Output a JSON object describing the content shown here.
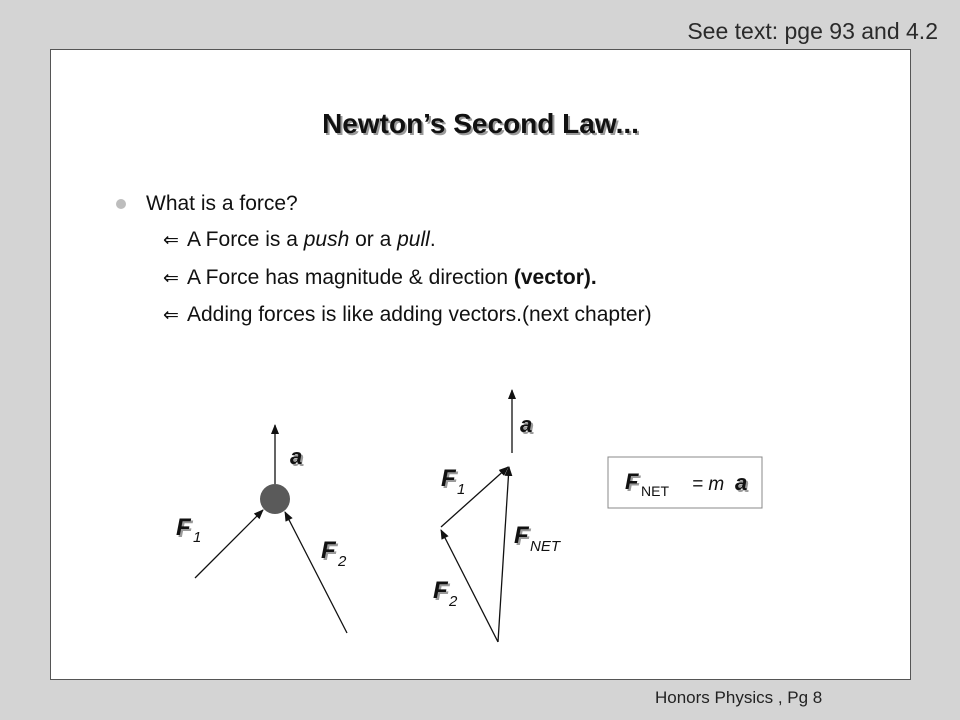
{
  "header_note": "See text:  pge 93 and 4.2",
  "slide": {
    "title": "Newton’s Second Law...",
    "bullet": "What is a force?",
    "sub_bullets": [
      {
        "pre": "A Force is a ",
        "em1": "push",
        "mid": " or a ",
        "em2": "pull",
        "post": "."
      },
      {
        "pre": "A Force has magnitude & direction  ",
        "bold": "(vector)."
      },
      {
        "text": "Adding forces is like adding vectors.(next chapter)"
      }
    ]
  },
  "diagram": {
    "left": {
      "accel": "a",
      "force1": {
        "letter": "F",
        "sub": "1"
      },
      "force2": {
        "letter": "F",
        "sub": "2"
      }
    },
    "right": {
      "accel": "a",
      "force1": {
        "letter": "F",
        "sub": "1"
      },
      "force2": {
        "letter": "F",
        "sub": "2"
      },
      "net": {
        "letter": "F",
        "sub": "NET"
      }
    },
    "equation": {
      "letter": "F",
      "sub": "NET",
      "equals": "= m",
      "accel": "a"
    }
  },
  "footer": "Honors Physics , Pg 8",
  "colors": {
    "background": "#d4d4d4",
    "slide": "#ffffff",
    "mass": "#5a5a5a",
    "bullet_dot": "#bdbdbd"
  }
}
